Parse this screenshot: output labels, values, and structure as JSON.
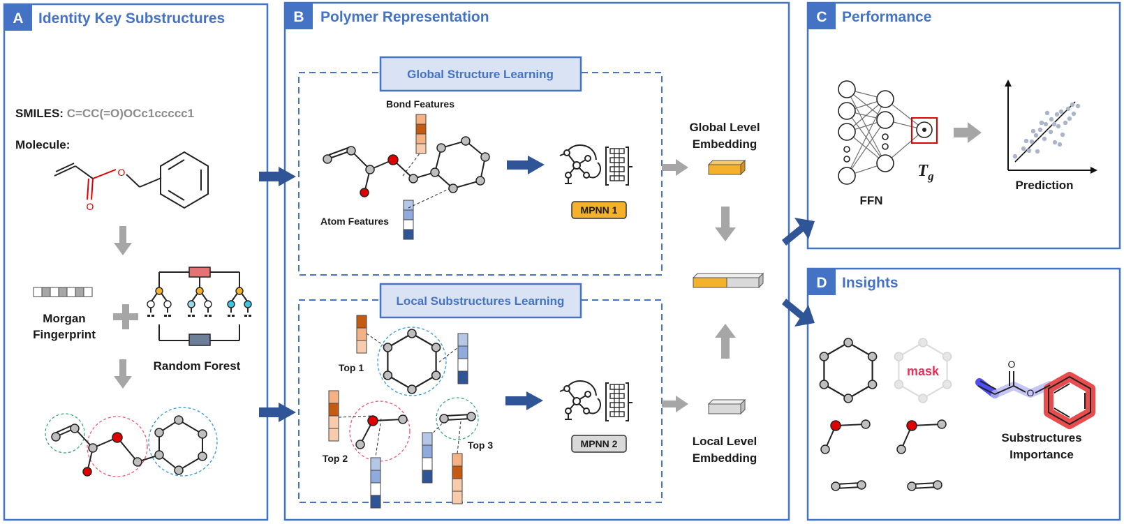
{
  "panels": {
    "a": {
      "letter": "A",
      "title": "Identity Key Substructures"
    },
    "b": {
      "letter": "B",
      "title": "Polymer Representation"
    },
    "c": {
      "letter": "C",
      "title": "Performance"
    },
    "d": {
      "letter": "D",
      "title": "Insights"
    }
  },
  "panel_a": {
    "smiles_label": "SMILES:",
    "smiles_value": "C=CC(=O)OCc1ccccc1",
    "molecule_label": "Molecule:",
    "atom_o1": "O",
    "atom_o2": "O",
    "morgan_line1": "Morgan",
    "morgan_line2": "Fingerprint",
    "random_forest": "Random Forest"
  },
  "panel_b": {
    "global_box": "Global Structure Learning",
    "local_box": "Local Substructures Learning",
    "bond_features": "Bond Features",
    "atom_features": "Atom Features",
    "mpnn1": "MPNN 1",
    "mpnn2": "MPNN 2",
    "global_emb_line1": "Global Level",
    "global_emb_line2": "Embedding",
    "local_emb_line1": "Local Level",
    "local_emb_line2": "Embedding",
    "top1": "Top 1",
    "top2": "Top 2",
    "top3": "Top 3"
  },
  "panel_c": {
    "ffn": "FFN",
    "tg": "T",
    "tg_sub": "g",
    "prediction": "Prediction"
  },
  "panel_d": {
    "mask": "mask",
    "atom_o1": "O",
    "atom_o2": "O",
    "importance_line1": "Substructures",
    "importance_line2": "Importance"
  },
  "colors": {
    "panel_border": "#4472c4",
    "arrow_blue": "#2f5597",
    "arrow_gray": "#a6a6a6",
    "embedding_orange": "#f5b02c",
    "embedding_gray": "#d9d9d9",
    "label_box_fill": "#dae3f3",
    "atom_red": "#e00000",
    "atom_gray": "#bfbfbf",
    "highlight_red": "#e84c4c",
    "highlight_blue": "#3b3bf0"
  }
}
